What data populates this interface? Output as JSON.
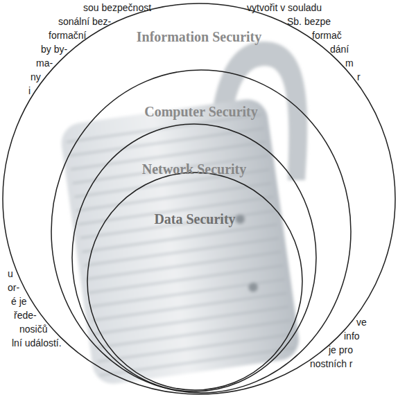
{
  "diagram": {
    "nodes": [
      {
        "text": [
          "Information Security"
        ]
      },
      {
        "text": [
          "Computer Security"
        ],
        "in": 0
      },
      {
        "text": [
          "Network Security"
        ],
        "in": 1
      },
      {
        "text": [
          "Data Security"
        ],
        "in": 2
      }
    ],
    "labels": [
      "sou bezpečnost",
      "sonální bez-",
      "formační",
      "by by-",
      "ma-",
      "ny",
      "i",
      "u",
      "or-",
      "é je",
      "řede-",
      "nosičů",
      "lní událostí.",
      "vytvořit v souladu",
      "Sb. bezpe",
      "formač",
      "dání",
      "m",
      "r",
      "ve",
      "info",
      "je pro",
      "nostních r"
    ]
  }
}
